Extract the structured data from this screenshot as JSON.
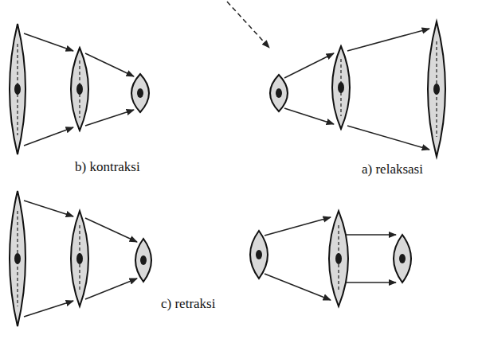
{
  "diagram": {
    "labels": [
      "b) kontraksi",
      "a) relaksasi",
      "c) retraksi"
    ]
  }
}
